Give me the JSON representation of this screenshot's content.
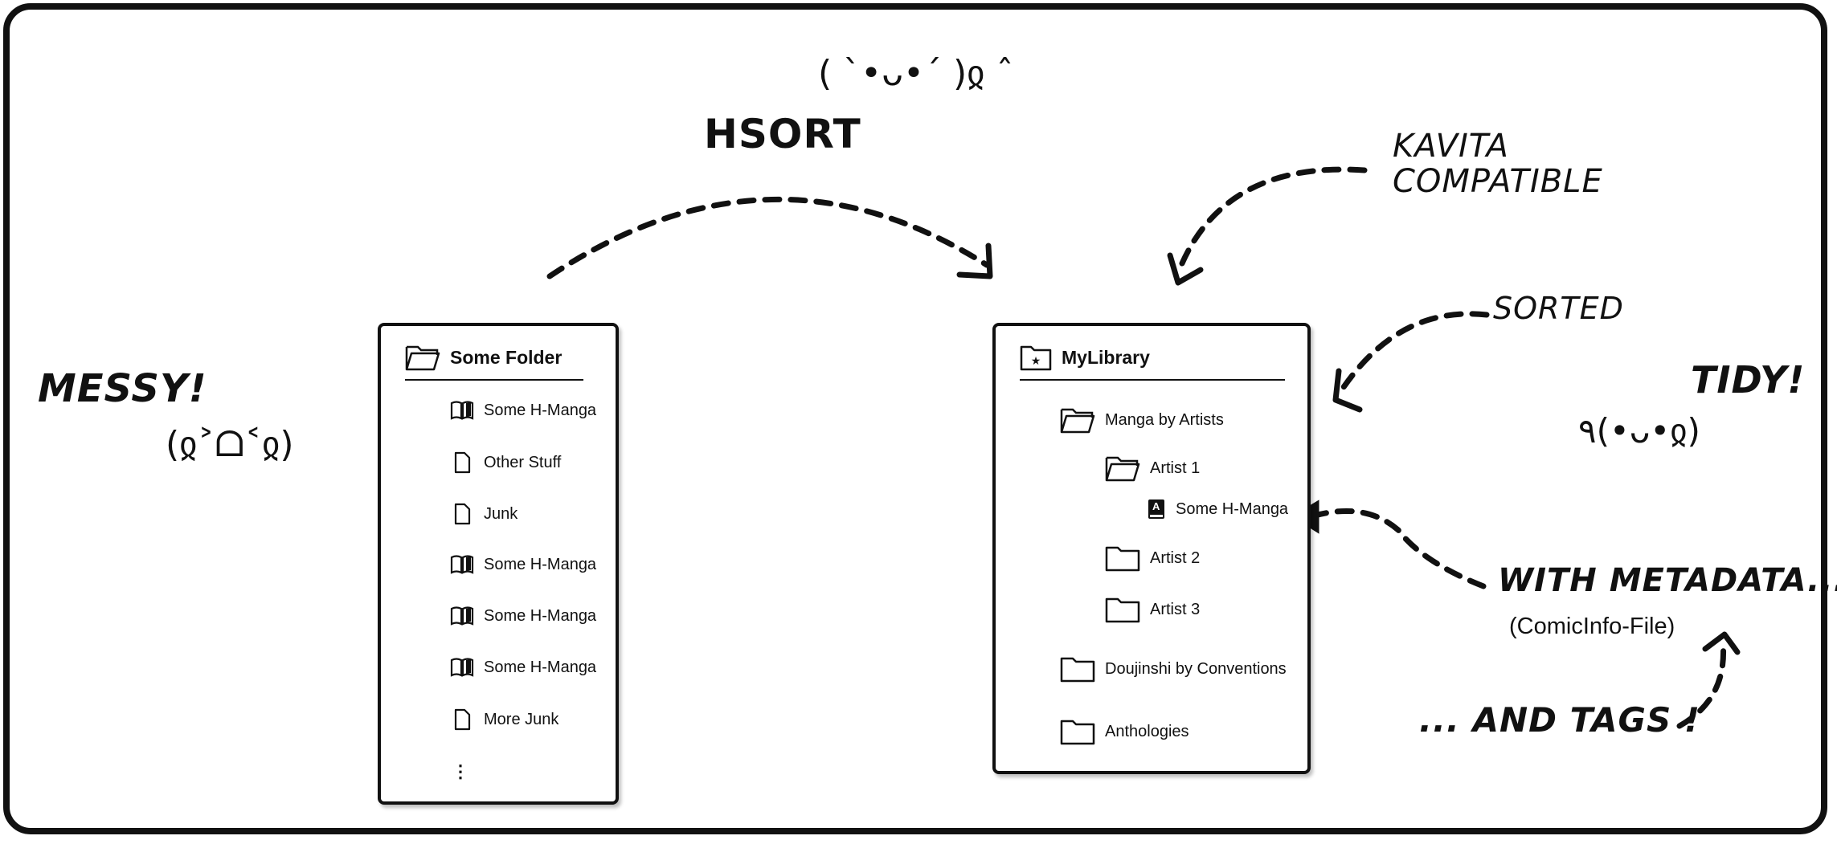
{
  "annotations": {
    "hsort": "HSORT",
    "kavita": "KAVITA\nCOMPATIBLE",
    "messy": "MESSY!",
    "sorted": "SORTED",
    "tidy": "TIDY!",
    "with_metadata": "WITH METADATA...",
    "comicinfo": "(ComicInfo-File)",
    "and_tags": "... AND TAGS !"
  },
  "kaomoji": {
    "top": "( ˋ•ᴗ•ˊ )ჲ ˆ",
    "messy": "(ჲ˃ᗝ˂ჲ)",
    "tidy": "٩(•ᴗ•ჲ)"
  },
  "left_panel": {
    "title": "Some Folder",
    "items": [
      {
        "label": "Some H-Manga",
        "icon": "open-book-icon"
      },
      {
        "label": "Other Stuff",
        "icon": "file-icon"
      },
      {
        "label": "Junk",
        "icon": "file-icon"
      },
      {
        "label": "Some H-Manga",
        "icon": "open-book-icon"
      },
      {
        "label": "Some H-Manga",
        "icon": "open-book-icon"
      },
      {
        "label": "Some H-Manga",
        "icon": "open-book-icon"
      },
      {
        "label": "More Junk",
        "icon": "file-icon"
      }
    ],
    "more": "⋮"
  },
  "right_panel": {
    "title": "MyLibrary",
    "items": [
      {
        "label": "Manga by Artists",
        "icon": "folder-open-icon"
      },
      {
        "label": "Artist 1",
        "icon": "folder-open-icon"
      },
      {
        "label": "Some H-Manga",
        "icon": "book-icon"
      },
      {
        "label": "Artist 2",
        "icon": "folder-icon"
      },
      {
        "label": "Artist 3",
        "icon": "folder-icon"
      },
      {
        "label": "Doujinshi by Conventions",
        "icon": "folder-icon"
      },
      {
        "label": "Anthologies",
        "icon": "folder-icon"
      }
    ],
    "book_icon_letter": "A"
  }
}
